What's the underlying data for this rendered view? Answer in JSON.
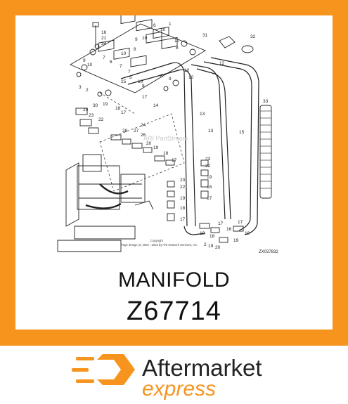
{
  "product": {
    "name": "MANIFOLD",
    "part_number": "Z67714"
  },
  "diagram": {
    "figure_id": "ZX037832",
    "watermark": "ARI PartStream",
    "copyright_line1": "Copyright",
    "copyright_line2": "Page design (c) 2002 - 2018 by ARI Network Services, Inc.",
    "callouts": [
      "1",
      "2",
      "3",
      "4",
      "5",
      "6",
      "7",
      "8",
      "9",
      "10",
      "11",
      "12",
      "13",
      "14",
      "15",
      "16",
      "17",
      "18",
      "19",
      "20",
      "21",
      "22",
      "23",
      "24",
      "25",
      "26",
      "27",
      "28",
      "29",
      "30",
      "31",
      "32",
      "33",
      "34",
      "35"
    ]
  },
  "brand": {
    "line1": "Aftermarket",
    "line2": "express",
    "icon": "express-delivery-box-icon",
    "accent_color": "#f7941d"
  }
}
